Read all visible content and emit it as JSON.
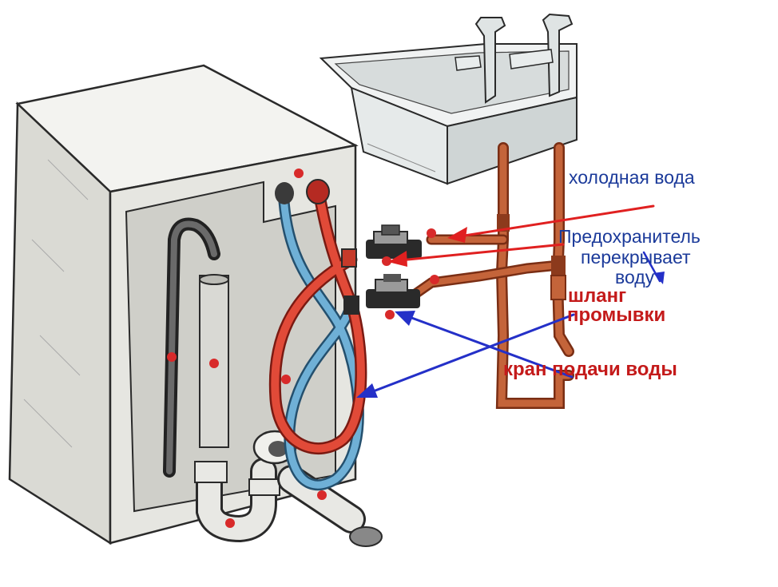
{
  "labels": {
    "cold_water": "холодная вода",
    "protector_line1": "Предохранитель",
    "protector_line2": "перекрывает",
    "protector_line3": "воду",
    "hose_line1": "шланг",
    "hose_line2": "промывки",
    "valve": "кран подачи воды"
  },
  "colors": {
    "blue_text": "#1b3a9a",
    "red_text": "#c41a1a",
    "red_arrow": "#e02020",
    "blue_arrow": "#2430c8",
    "copper_pipe": "#b5542f",
    "red_hose": "#d23a2a",
    "blue_hose": "#5a9ec8",
    "appliance_body": "#eeeeea"
  },
  "icons": {
    "washing_machine": "washing-machine-illustration",
    "sink": "sink-illustration",
    "valve": "shutoff-valve-illustration",
    "siphon": "drain-siphon-illustration"
  }
}
